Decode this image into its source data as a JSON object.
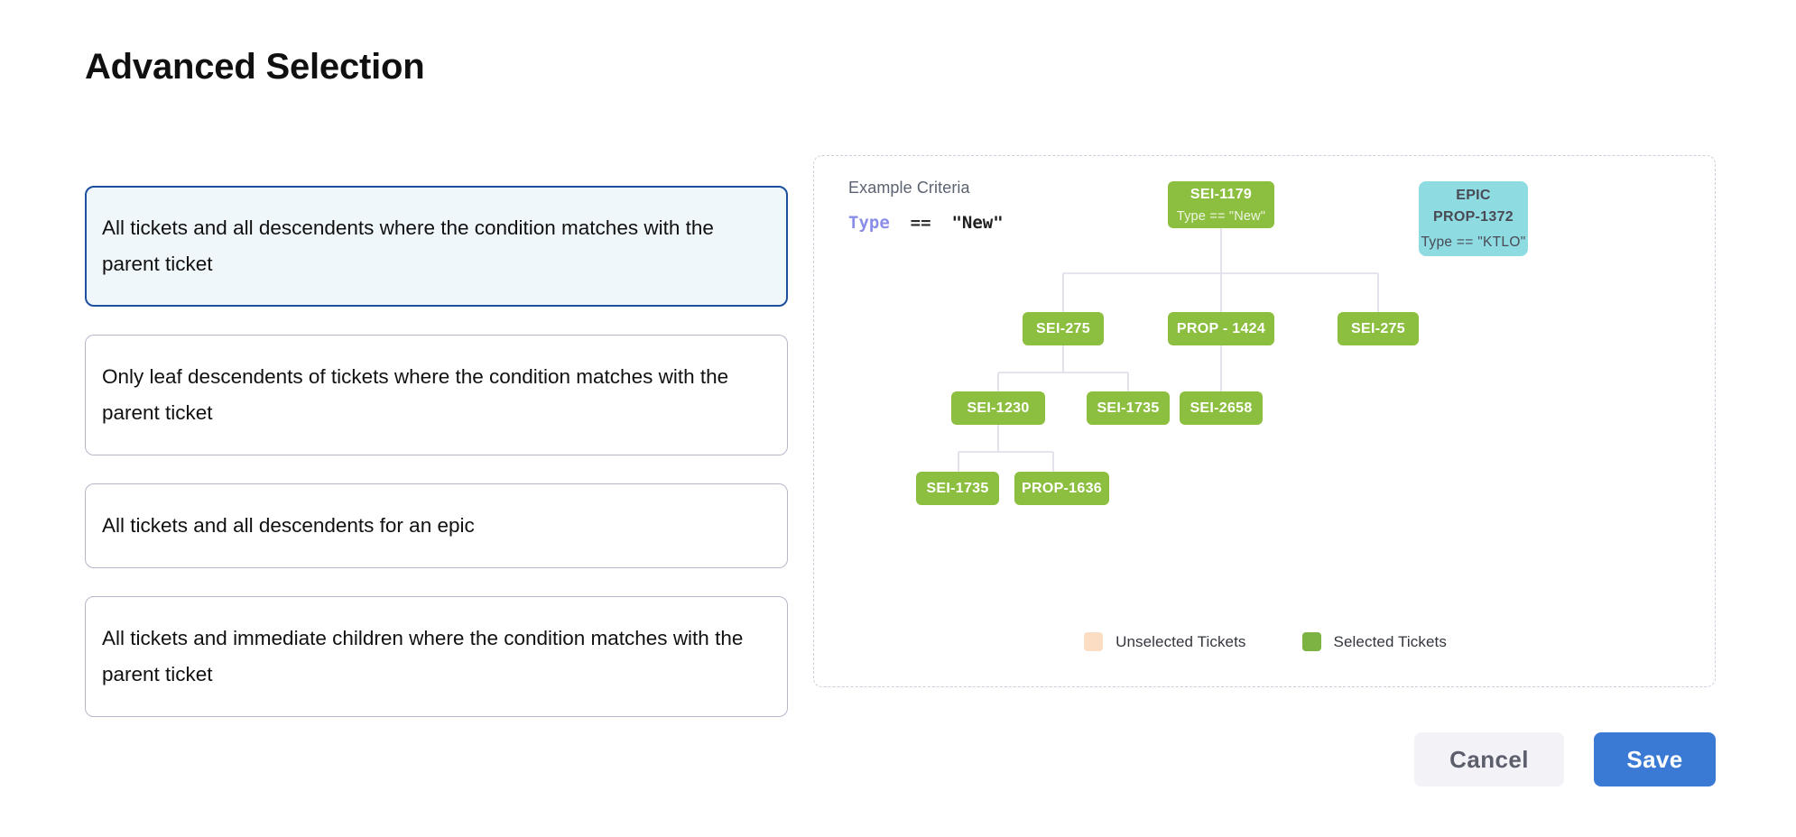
{
  "page": {
    "title": "Advanced Selection"
  },
  "options": [
    {
      "label": "All tickets and all descendents where the condition matches with the parent ticket",
      "selected": true
    },
    {
      "label": "Only leaf descendents of tickets where the condition matches with the parent ticket",
      "selected": false
    },
    {
      "label": "All tickets and all descendents for an epic",
      "selected": false
    },
    {
      "label": "All tickets and immediate children where the condition matches with the parent ticket",
      "selected": false
    }
  ],
  "diagram": {
    "criteria_title": "Example Criteria",
    "criteria_key": "Type",
    "criteria_op": "==",
    "criteria_value": "\"New\"",
    "nodes": {
      "root": {
        "label": "SEI-1179",
        "condition": "Type == \"New\""
      },
      "epic": {
        "kind": "EPIC",
        "label": "PROP-1372",
        "condition": "Type == \"KTLO\""
      },
      "child_left": {
        "label": "SEI-275"
      },
      "child_mid": {
        "label": "PROP - 1424"
      },
      "child_right": {
        "label": "SEI-275"
      },
      "gc_left": {
        "label": "SEI-1230"
      },
      "gc_mid": {
        "label": "SEI-1735"
      },
      "gc_right": {
        "label": "SEI-2658"
      },
      "leaf_left": {
        "label": "SEI-1735"
      },
      "leaf_right": {
        "label": "PROP-1636"
      }
    },
    "legend": [
      {
        "label": "Unselected Tickets",
        "color": "#fbddc4"
      },
      {
        "label": "Selected Tickets",
        "color": "#7cb342"
      }
    ]
  },
  "footer": {
    "cancel_label": "Cancel",
    "save_label": "Save"
  },
  "colors": {
    "selected_border": "#1d4f9e",
    "selected_fill": "#f0f7fb",
    "node_green": "#8cbf3f",
    "node_epic": "#8fdbe2",
    "save_blue": "#3b7ad4",
    "criteria_key": "#8b8ee8"
  }
}
